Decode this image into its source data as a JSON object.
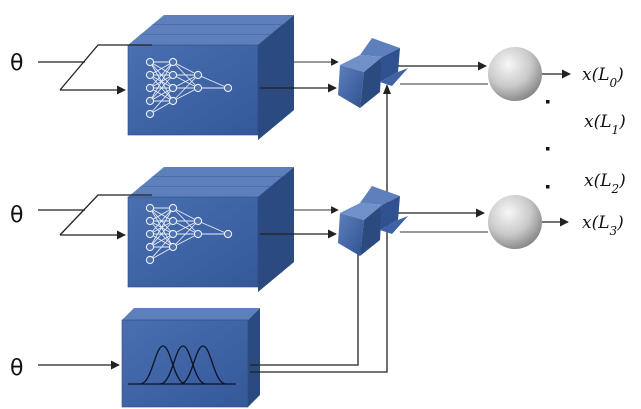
{
  "inputs": [
    {
      "symbol": "θ",
      "target": "neural-network-block-1"
    },
    {
      "symbol": "θ",
      "target": "neural-network-block-2"
    },
    {
      "symbol": "θ",
      "target": "gaussian-basis-block"
    }
  ],
  "outputs": [
    {
      "label": "x(L",
      "sub": "0",
      "close": ")",
      "arrowed": true
    },
    {
      "label": "x(L",
      "sub": "1",
      "close": ")",
      "arrowed": false
    },
    {
      "label": "x(L",
      "sub": "2",
      "close": ")",
      "arrowed": false
    },
    {
      "label": "x(L",
      "sub": "3",
      "close": ")",
      "arrowed": true
    }
  ],
  "ellipsis_dots": 3,
  "colors": {
    "block_front": "#3e62a3",
    "block_top": "#5d80bd",
    "block_side": "#2a4a80",
    "wire": "#222222",
    "sphere_light": "#f4f4f4",
    "sphere_dark": "#8e8e8e"
  }
}
